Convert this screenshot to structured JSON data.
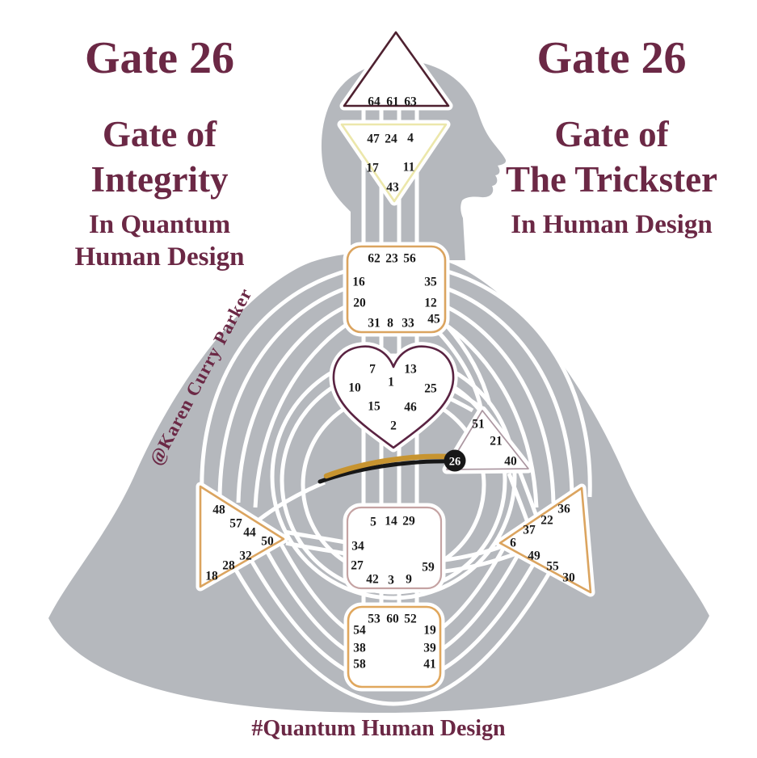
{
  "title_left": {
    "gate": "Gate 26",
    "line1": "Gate of",
    "line2": "Integrity",
    "line3": "In Quantum",
    "line4": "Human Design"
  },
  "title_right": {
    "gate": "Gate 26",
    "line1": "Gate of",
    "line2": "The Trickster",
    "line3": "In Human Design"
  },
  "watermark": "@Karen Curry Parker",
  "footer_hashtag": "#Quantum Human Design",
  "highlighted_gate": "26",
  "bodygraph": {
    "centers": [
      {
        "id": "head",
        "shape": "triangle-up",
        "gates": [
          "64",
          "61",
          "63"
        ]
      },
      {
        "id": "ajna",
        "shape": "triangle-down",
        "gates": [
          "47",
          "24",
          "4",
          "17",
          "11",
          "43"
        ]
      },
      {
        "id": "throat",
        "shape": "rounded-square",
        "gates": [
          "62",
          "23",
          "56",
          "16",
          "35",
          "20",
          "12",
          "31",
          "8",
          "33",
          "45"
        ]
      },
      {
        "id": "g_center",
        "shape": "heart",
        "gates": [
          "7",
          "13",
          "1",
          "10",
          "25",
          "15",
          "46",
          "2"
        ]
      },
      {
        "id": "will",
        "shape": "triangle",
        "gates": [
          "51",
          "21",
          "26",
          "40"
        ]
      },
      {
        "id": "spleen",
        "shape": "triangle-right",
        "gates": [
          "48",
          "57",
          "44",
          "50",
          "32",
          "28",
          "18"
        ]
      },
      {
        "id": "sacral",
        "shape": "rounded-square",
        "gates": [
          "5",
          "14",
          "29",
          "34",
          "27",
          "59",
          "42",
          "3",
          "9"
        ]
      },
      {
        "id": "solar_plexus",
        "shape": "triangle-left",
        "gates": [
          "36",
          "22",
          "37",
          "6",
          "49",
          "55",
          "30"
        ]
      },
      {
        "id": "root",
        "shape": "rounded-square",
        "gates": [
          "53",
          "60",
          "52",
          "54",
          "19",
          "38",
          "39",
          "58",
          "41"
        ]
      }
    ]
  },
  "colors": {
    "maroon": "#6b2845",
    "body_gray": "#b5b8bd",
    "gold": "#c79430",
    "channel_black": "#171717",
    "head_outline": "#4e2130",
    "ajna_outline": "#ece7ab",
    "throat_outline": "#dba45f",
    "g_outline": "#5a2342",
    "will_outline": "#ab96a0",
    "spleen_outline": "#dba45f",
    "sacral_outline": "#c5a3a3",
    "solar_plexus_outline": "#dba45f",
    "root_outline": "#e0a75d",
    "gate_number": "#181818"
  }
}
